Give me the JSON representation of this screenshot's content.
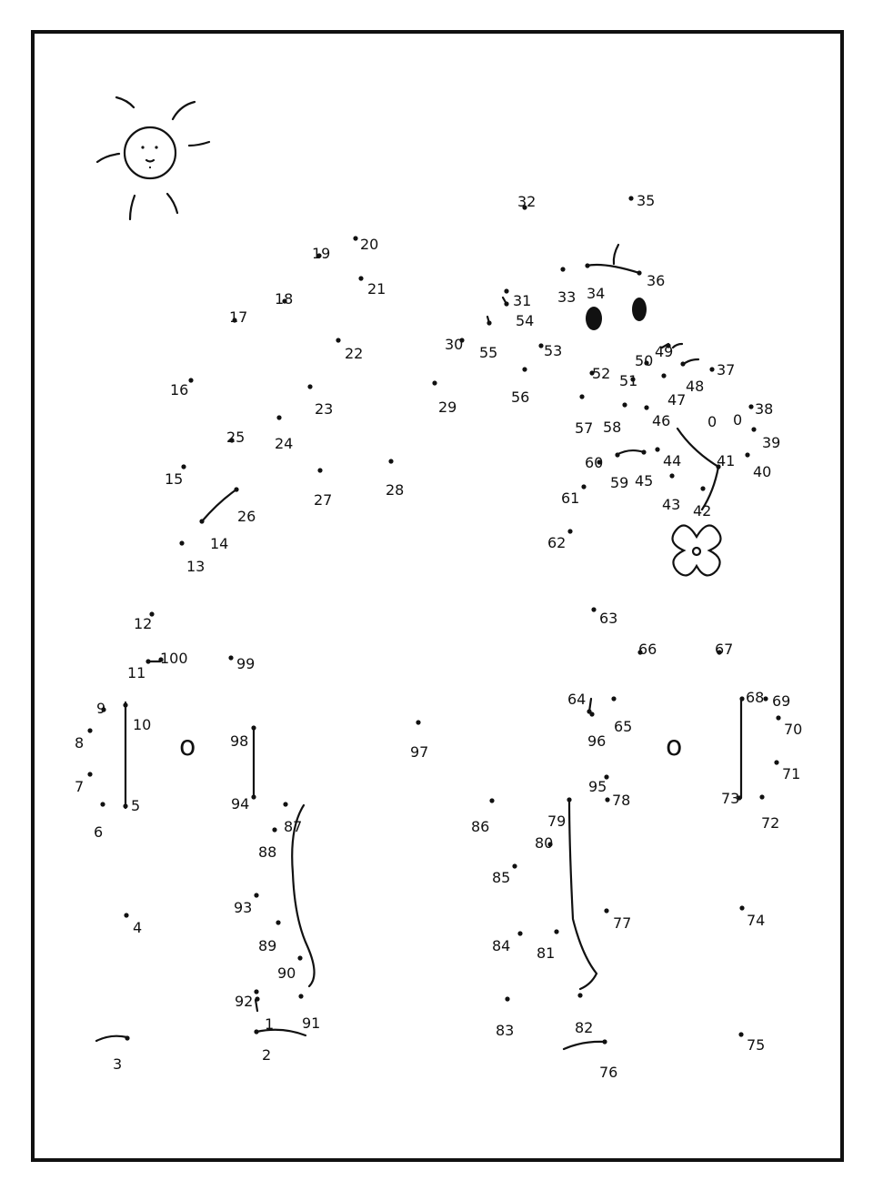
{
  "puzzle": {
    "dots": [
      {
        "n": "1"
      },
      {
        "n": "2"
      },
      {
        "n": "3"
      },
      {
        "n": "4"
      },
      {
        "n": "5"
      },
      {
        "n": "6"
      },
      {
        "n": "7"
      },
      {
        "n": "8"
      },
      {
        "n": "9"
      },
      {
        "n": "10"
      },
      {
        "n": "11"
      },
      {
        "n": "12"
      },
      {
        "n": "13"
      },
      {
        "n": "14"
      },
      {
        "n": "15"
      },
      {
        "n": "16"
      },
      {
        "n": "17"
      },
      {
        "n": "18"
      },
      {
        "n": "19"
      },
      {
        "n": "20"
      },
      {
        "n": "21"
      },
      {
        "n": "22"
      },
      {
        "n": "23"
      },
      {
        "n": "24"
      },
      {
        "n": "25"
      },
      {
        "n": "26"
      },
      {
        "n": "27"
      },
      {
        "n": "28"
      },
      {
        "n": "29"
      },
      {
        "n": "30"
      },
      {
        "n": "31"
      },
      {
        "n": "32"
      },
      {
        "n": "33"
      },
      {
        "n": "34"
      },
      {
        "n": "35"
      },
      {
        "n": "36"
      },
      {
        "n": "37"
      },
      {
        "n": "38"
      },
      {
        "n": "39"
      },
      {
        "n": "40"
      },
      {
        "n": "41"
      },
      {
        "n": "42"
      },
      {
        "n": "43"
      },
      {
        "n": "44"
      },
      {
        "n": "45"
      },
      {
        "n": "46"
      },
      {
        "n": "47"
      },
      {
        "n": "48"
      },
      {
        "n": "49"
      },
      {
        "n": "50"
      },
      {
        "n": "51"
      },
      {
        "n": "52"
      },
      {
        "n": "53"
      },
      {
        "n": "54"
      },
      {
        "n": "55"
      },
      {
        "n": "56"
      },
      {
        "n": "57"
      },
      {
        "n": "58"
      },
      {
        "n": "59"
      },
      {
        "n": "60"
      },
      {
        "n": "61"
      },
      {
        "n": "62"
      },
      {
        "n": "63"
      },
      {
        "n": "64"
      },
      {
        "n": "65"
      },
      {
        "n": "66"
      },
      {
        "n": "67"
      },
      {
        "n": "68"
      },
      {
        "n": "69"
      },
      {
        "n": "70"
      },
      {
        "n": "71"
      },
      {
        "n": "72"
      },
      {
        "n": "73"
      },
      {
        "n": "74"
      },
      {
        "n": "75"
      },
      {
        "n": "76"
      },
      {
        "n": "77"
      },
      {
        "n": "78"
      },
      {
        "n": "79"
      },
      {
        "n": "80"
      },
      {
        "n": "81"
      },
      {
        "n": "82"
      },
      {
        "n": "83"
      },
      {
        "n": "84"
      },
      {
        "n": "85"
      },
      {
        "n": "86"
      },
      {
        "n": "87"
      },
      {
        "n": "88"
      },
      {
        "n": "89"
      },
      {
        "n": "90"
      },
      {
        "n": "91"
      },
      {
        "n": "92"
      },
      {
        "n": "93"
      },
      {
        "n": "94"
      },
      {
        "n": "95"
      },
      {
        "n": "96"
      },
      {
        "n": "97"
      },
      {
        "n": "98"
      },
      {
        "n": "99"
      },
      {
        "n": "100"
      }
    ],
    "eye_marks": [
      "0",
      "0"
    ],
    "nostril_marks": [
      "o",
      "o"
    ],
    "colors": {
      "ink": "#111111",
      "paper": "#ffffff"
    }
  }
}
